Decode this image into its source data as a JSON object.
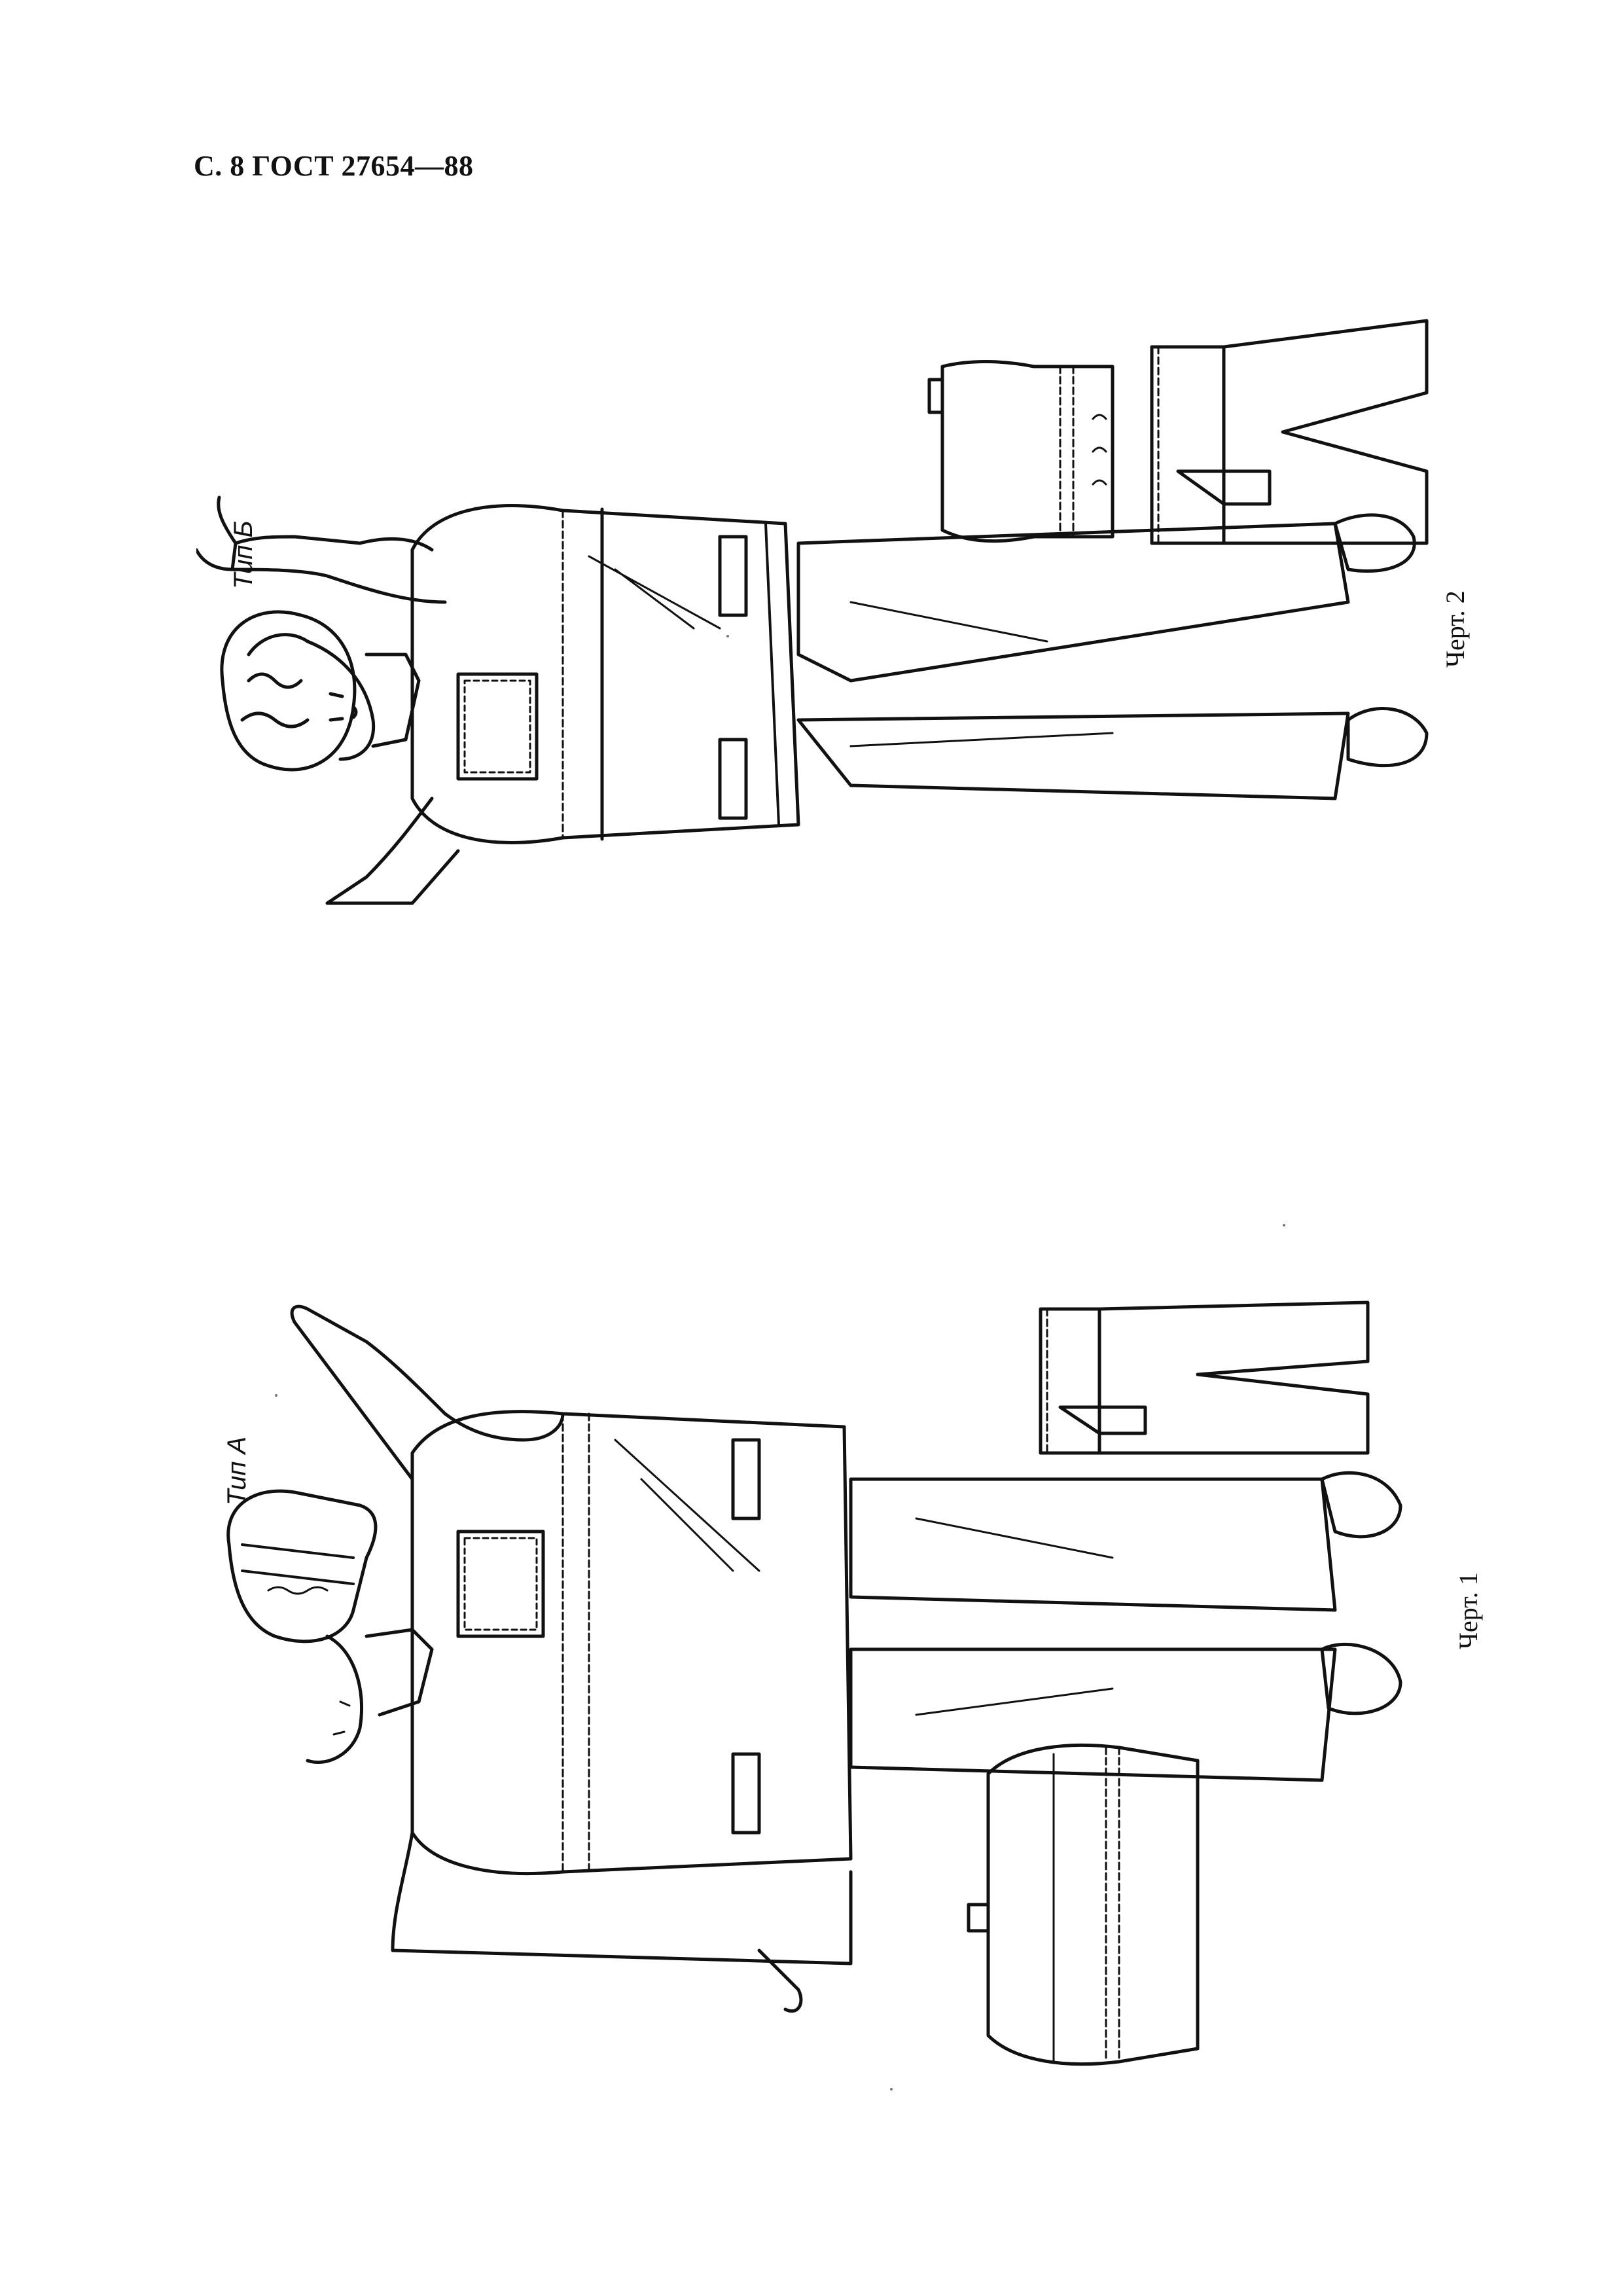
{
  "page": {
    "header": "С. 8 ГОСТ 27654—88"
  },
  "figures": [
    {
      "type_label": "Тип А",
      "caption": "Черт. 1"
    },
    {
      "type_label": "Тип Б",
      "caption": "Черт. 2"
    }
  ]
}
